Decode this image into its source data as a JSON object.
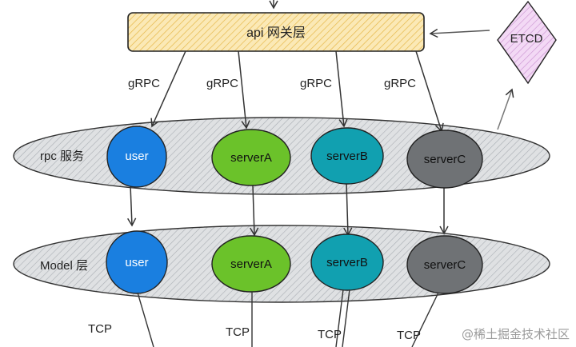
{
  "gateway": {
    "label": "api 网关层"
  },
  "etcd": {
    "label": "ETCD"
  },
  "edge_labels": {
    "grpc": "gRPC",
    "tcp": "TCP"
  },
  "rpc_layer": {
    "label": "rpc 服务",
    "nodes": [
      "user",
      "serverA",
      "serverB",
      "serverC"
    ]
  },
  "model_layer": {
    "label": "Model 层",
    "nodes": [
      "user",
      "serverA",
      "serverB",
      "serverC"
    ]
  },
  "watermark": "@稀土掘金技术社区",
  "colors": {
    "gateway_fill": "#fbe9b6",
    "etcd_fill": "#f3d9f5",
    "layer_fill": "#d9dcdf",
    "user": "#1a7fe0",
    "serverA": "#6bc22a",
    "serverB": "#11a0b0",
    "serverC": "#6f7275"
  }
}
